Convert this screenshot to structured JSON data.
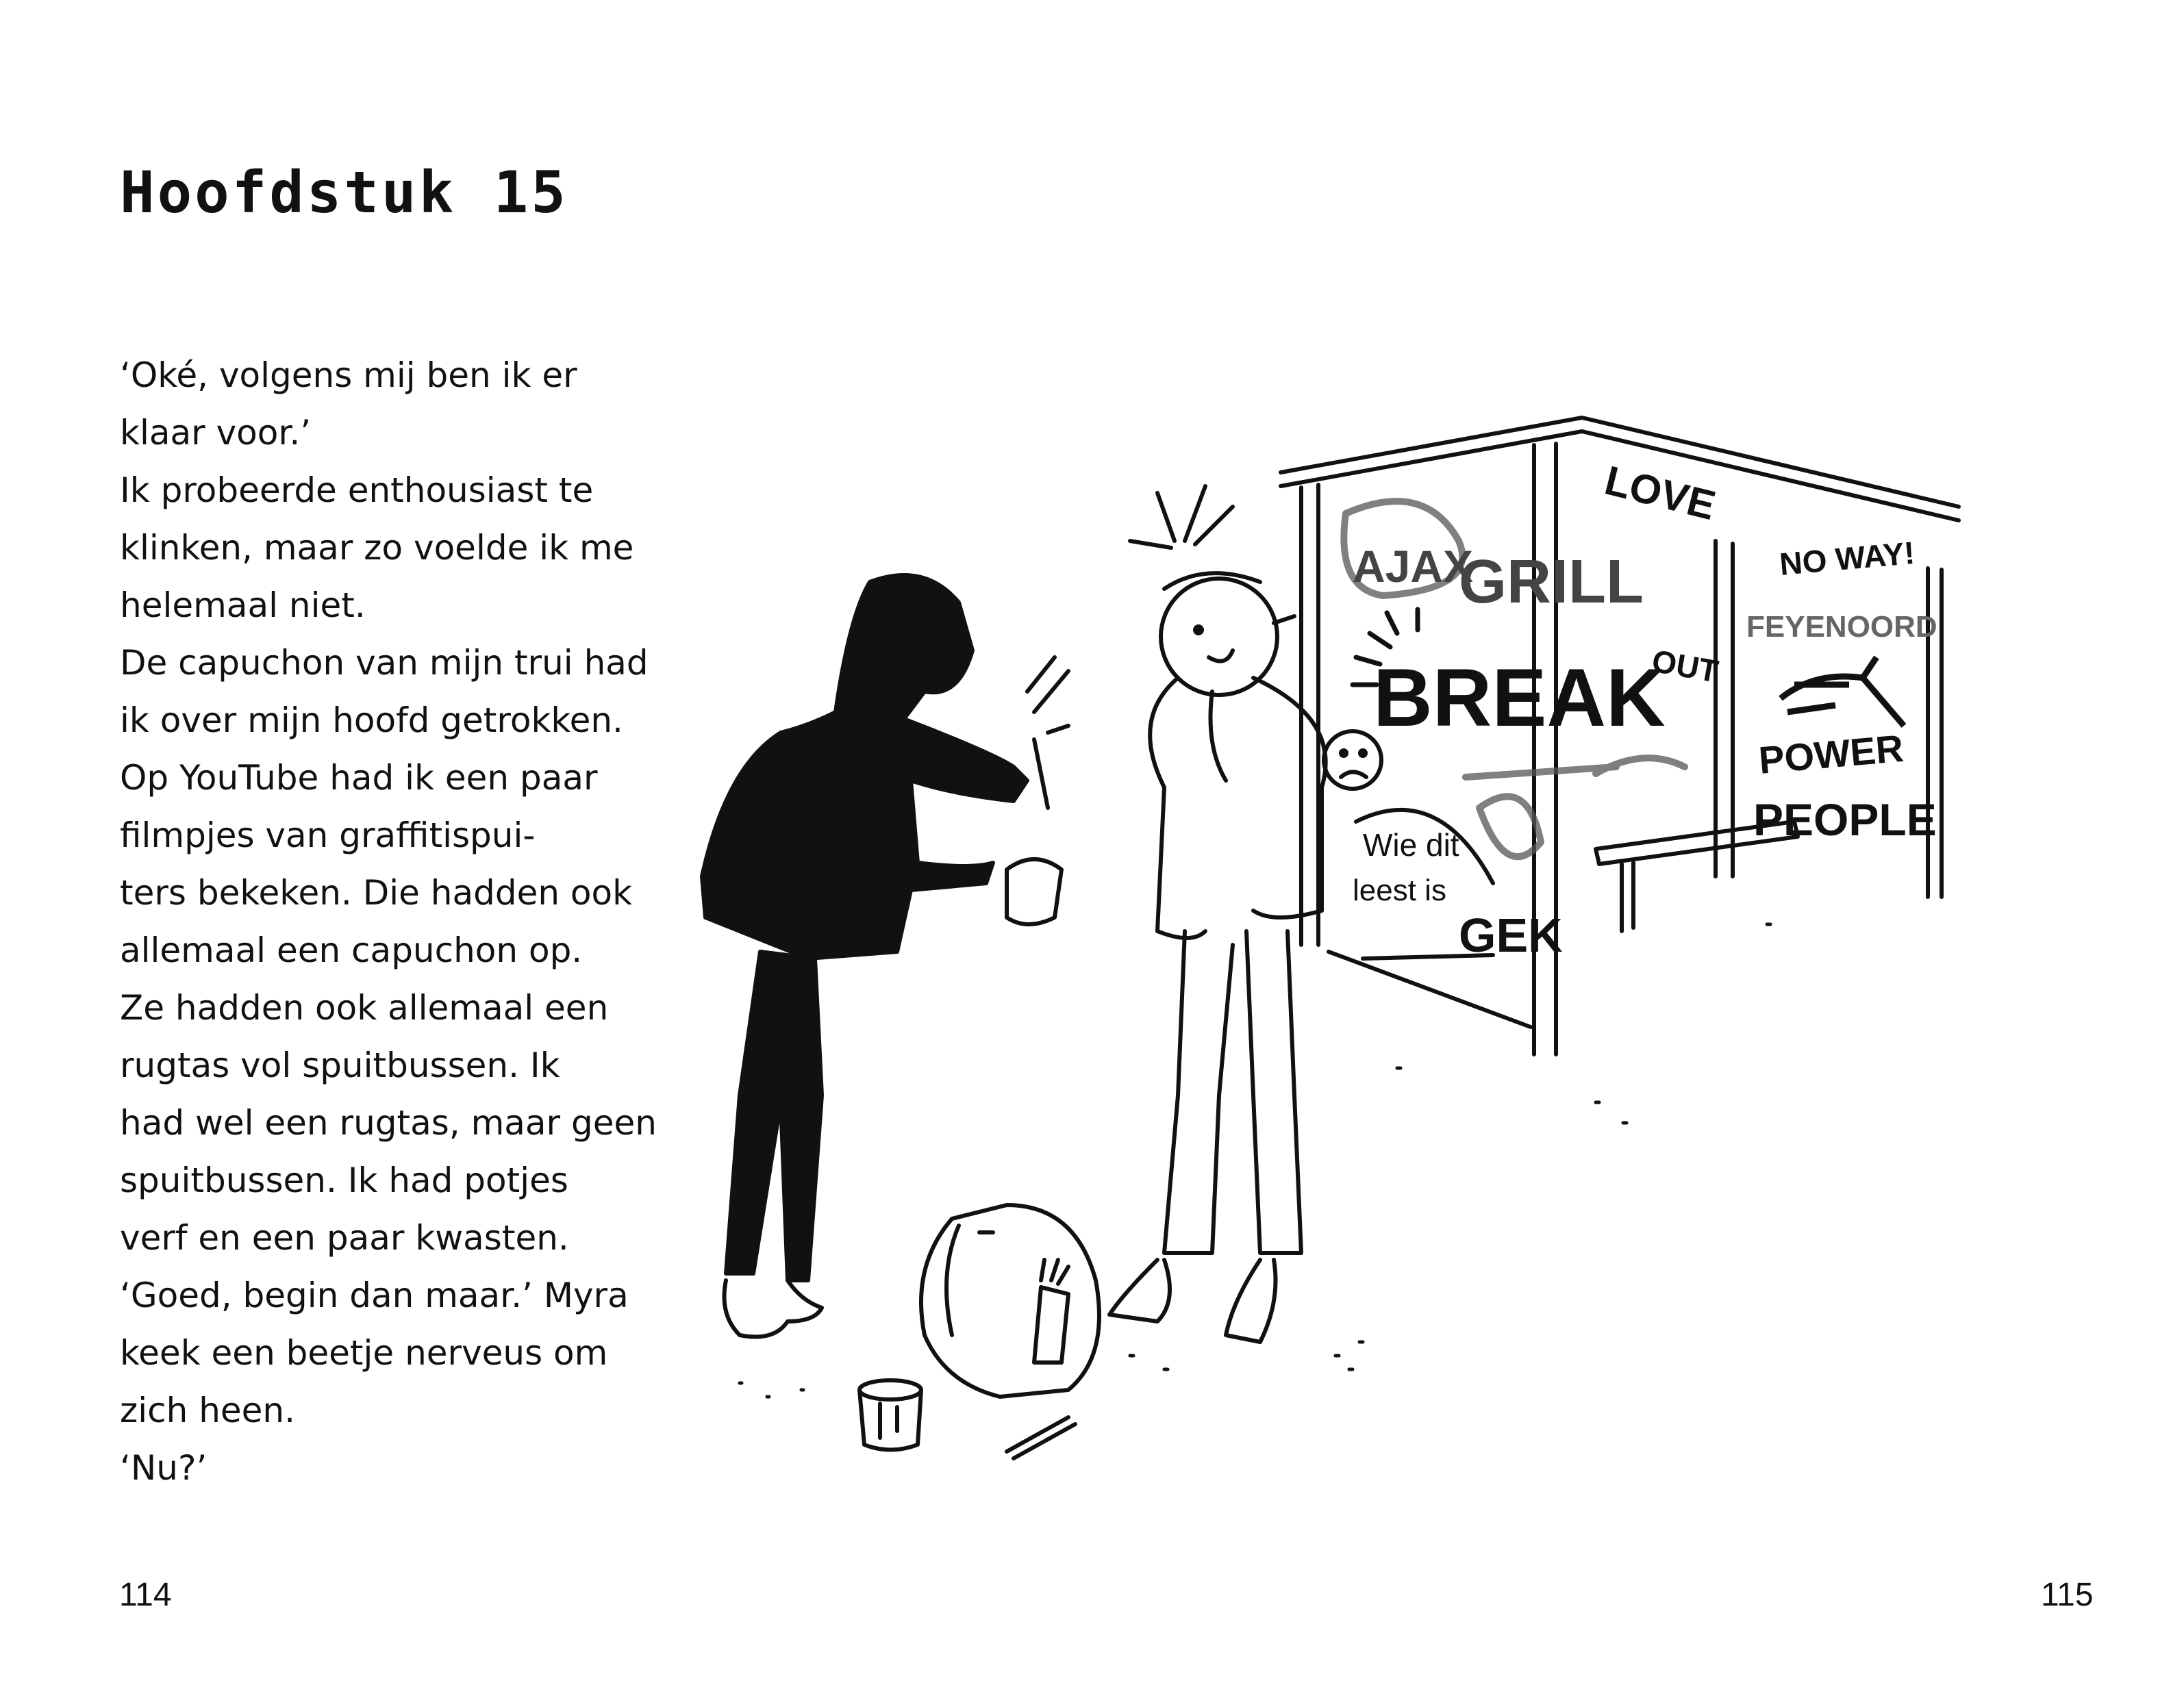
{
  "chapter_title": "Hoofdstuk 15",
  "story_lines": [
    "‘Oké, volgens mij ben ik er",
    "klaar voor.’",
    "Ik probeerde enthousiast te",
    "klinken, maar zo voelde ik me",
    "helemaal niet.",
    "De capuchon van mijn trui had",
    "ik over mijn hoofd getrokken.",
    "Op YouTube had ik een paar",
    "filmpjes van graffitispui-",
    "ters bekeken. Die hadden ook",
    "allemaal een capuchon op.",
    "Ze hadden ook allemaal een",
    "rugtas vol spuitbussen. Ik",
    "had wel een rugtas, maar geen",
    "spuitbussen. Ik had potjes",
    "verf en een paar kwasten.",
    "‘Goed, begin dan maar.’ Myra",
    "keek een beetje nerveus om",
    "zich heen.",
    "‘Nu?’"
  ],
  "graffiti": {
    "love": "LOVE",
    "ajax": "AJAX",
    "grill": "GRILL",
    "out": "OUT",
    "break": "BREAK",
    "no_way": "NO WAY!",
    "feyenoord": "FEYENOORD",
    "power": "POWER",
    "people": "PEOPLE",
    "wie_dit": "Wie dit",
    "leest_is": "leest is",
    "gek": "GEK"
  },
  "page_numbers": {
    "left": "114",
    "right": "115"
  }
}
